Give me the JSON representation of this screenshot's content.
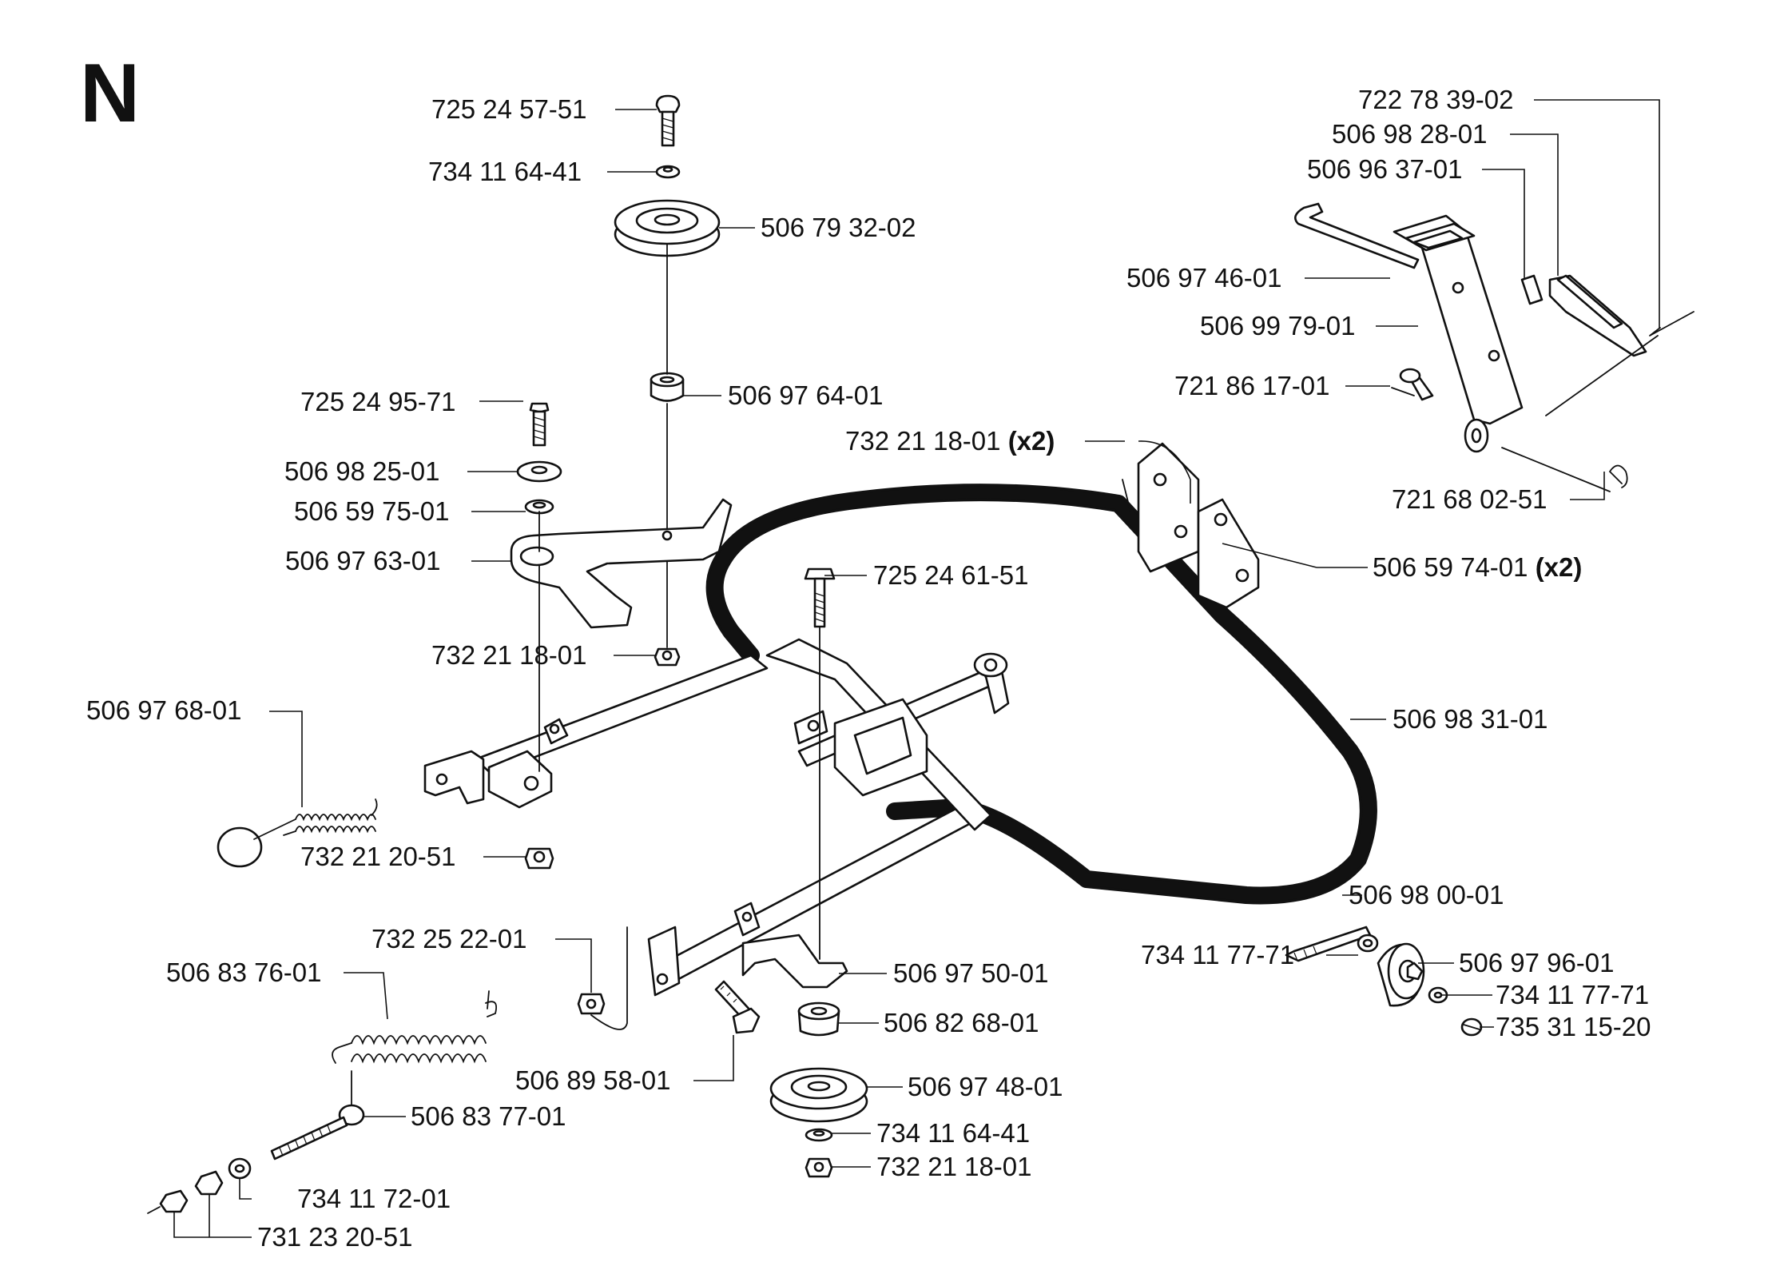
{
  "section_letter": "N",
  "labels": {
    "p1": "725 24 57-51",
    "p2": "734 11 64-41",
    "p3": "506 79 32-02",
    "p4": "506 97 64-01",
    "p5": "725 24 95-71",
    "p6": "506 98 25-01",
    "p7": "506 59 75-01",
    "p8": "506 97 63-01",
    "p9": "732 21 18-01",
    "p10": "506 97 68-01",
    "p11": "732 21 20-51",
    "p12": "732 25 22-01",
    "p13": "506 83 76-01",
    "p14": "506 89 58-01",
    "p15": "506 83 77-01",
    "p16": "734 11 72-01",
    "p17": "731 23 20-51",
    "p18": "725 24 61-51",
    "p19": "506 97 50-01",
    "p20": "506 82 68-01",
    "p21": "506 97 48-01",
    "p22": "734 11 64-41",
    "p23": "732 21 18-01",
    "p24": "732 21 18-01",
    "p24_qty": "(x2)",
    "p25": "506 59 74-01",
    "p25_qty": "(x2)",
    "p26": "506 98 31-01",
    "p27": "722 78 39-02",
    "p28": "506 98 28-01",
    "p29": "506 96 37-01",
    "p30": "506 97 46-01",
    "p31": "506 99 79-01",
    "p32": "721 86 17-01",
    "p33": "721 68 02-51",
    "p34": "506 98 00-01",
    "p35": "734 11 77-71",
    "p36": "506 97 96-01",
    "p37": "734 11 77-71",
    "p38": "735 31 15-20"
  }
}
